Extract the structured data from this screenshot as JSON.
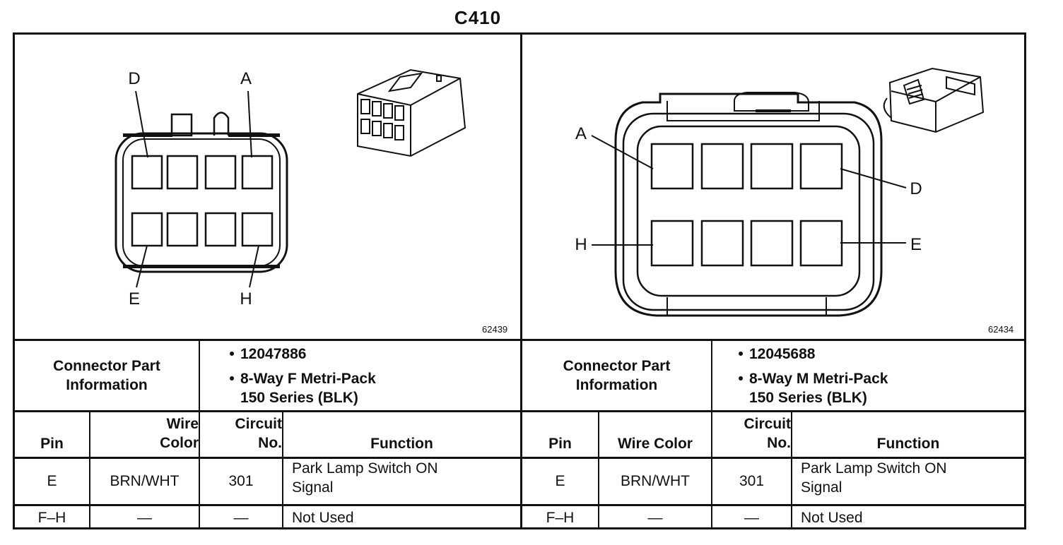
{
  "title": "C410",
  "left": {
    "figure_no": "62439",
    "pin_labels": {
      "D": "D",
      "A": "A",
      "E": "E",
      "H": "H"
    },
    "part_info_label_1": "Connector Part",
    "part_info_label_2": "Information",
    "part_number": "12047886",
    "description_line1": "8-Way F Metri-Pack",
    "description_line2": "150 Series (BLK)",
    "headers": {
      "pin": "Pin",
      "wire_color_1": "Wire",
      "wire_color_2": "Color",
      "circuit_1": "Circuit",
      "circuit_2": "No.",
      "function": "Function"
    },
    "rows": [
      {
        "pin": "E",
        "wire_color": "BRN/WHT",
        "circuit": "301",
        "function_1": "Park Lamp Switch ON",
        "function_2": "Signal"
      },
      {
        "pin": "F–H",
        "wire_color": "—",
        "circuit": "—",
        "function_1": "Not Used",
        "function_2": ""
      }
    ]
  },
  "right": {
    "figure_no": "62434",
    "pin_labels": {
      "A": "A",
      "D": "D",
      "H": "H",
      "E": "E"
    },
    "part_info_label_1": "Connector Part",
    "part_info_label_2": "Information",
    "part_number": "12045688",
    "description_line1": "8-Way M Metri-Pack",
    "description_line2": "150 Series (BLK)",
    "headers": {
      "pin": "Pin",
      "wire_color": "Wire Color",
      "circuit_1": "Circuit",
      "circuit_2": "No.",
      "function": "Function"
    },
    "rows": [
      {
        "pin": "E",
        "wire_color": "BRN/WHT",
        "circuit": "301",
        "function_1": "Park Lamp Switch ON",
        "function_2": "Signal"
      },
      {
        "pin": "F–H",
        "wire_color": "—",
        "circuit": "—",
        "function_1": "Not Used",
        "function_2": ""
      }
    ]
  },
  "bullet": "•"
}
